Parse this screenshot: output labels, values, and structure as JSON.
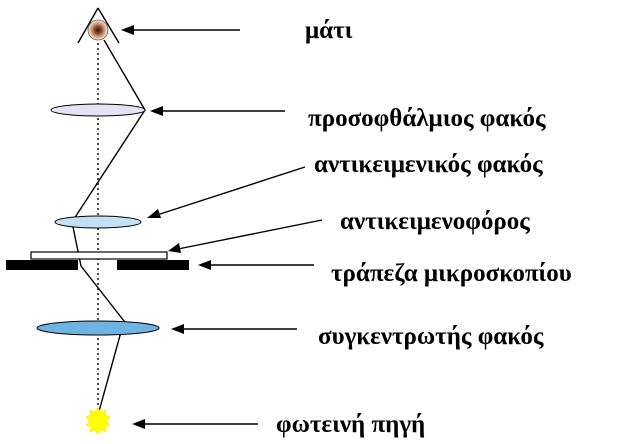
{
  "labels": {
    "eye": "μάτι",
    "eyepiece_lens": "προσοφθάλμιος φακός",
    "objective_lens": "αντικειμενικός φακός",
    "slide": "αντικειμενοφόρος",
    "stage": "τράπεζα μικροσκοπίου",
    "condenser_lens": "συγκεντρωτής φακός",
    "light_source": "φωτεινή πηγή"
  },
  "colors": {
    "lens_fill_light": "#dce8f8",
    "lens_fill_medium": "#a9d4ef",
    "lens_fill_condenser": "#6fb3e3",
    "eyepiece_fill": "#e4e2f4",
    "stage": "#000000",
    "light_source": "#ffff00",
    "iris": "#8a4a2a",
    "line": "#000000"
  },
  "icons": {
    "eye": "eye-icon",
    "light_source": "sun-icon"
  }
}
